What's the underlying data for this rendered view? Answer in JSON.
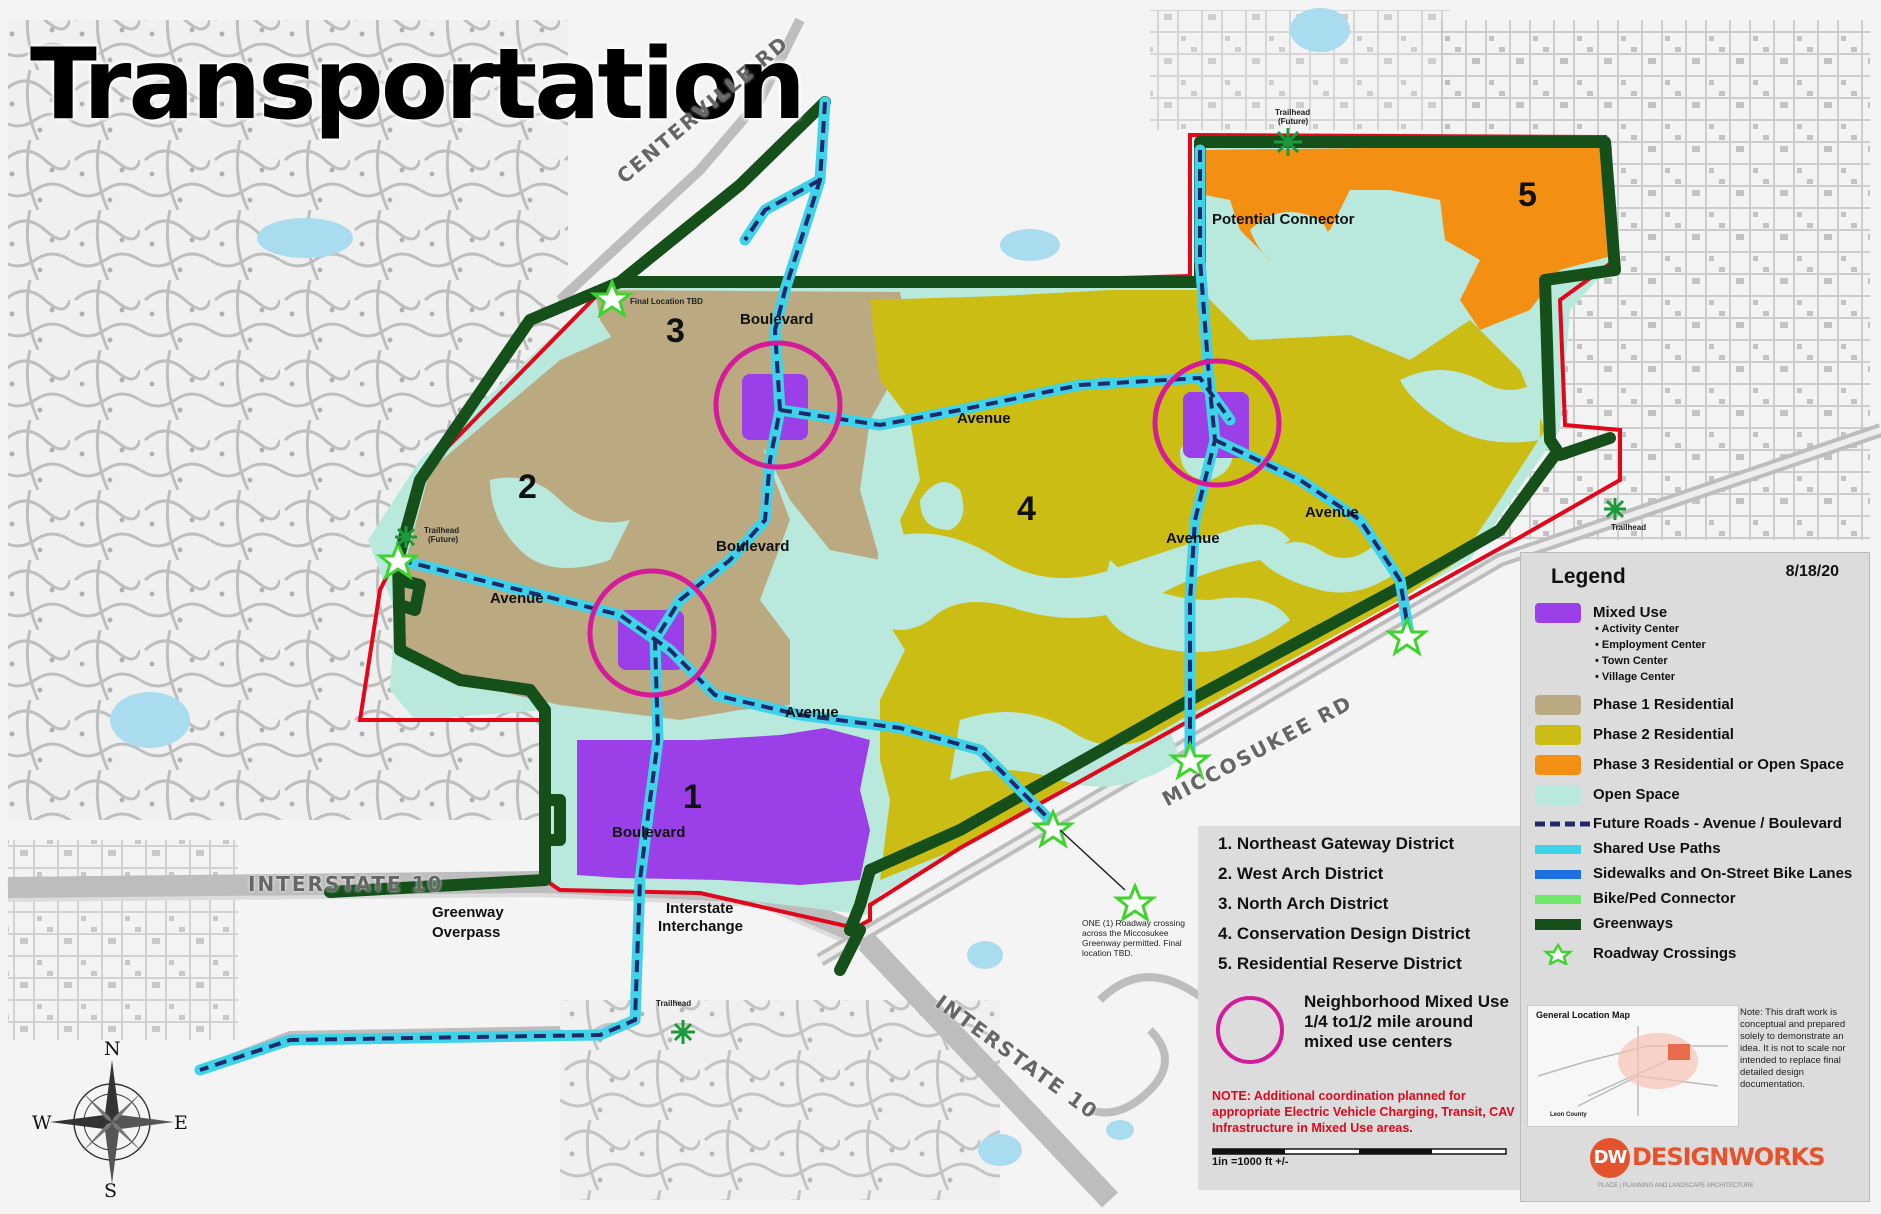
{
  "title": "Transportation",
  "date": "8/18/20",
  "roads": {
    "centerville": "CENTERVILLE RD",
    "miccosukee": "MICCOSUKEE RD",
    "interstate_west": "INTERSTATE 10",
    "interstate_south": "INTERSTATE 10"
  },
  "districts_numbers": [
    "1",
    "2",
    "3",
    "4",
    "5"
  ],
  "map_labels": {
    "boulevard_north": "Boulevard",
    "boulevard_mid": "Boulevard",
    "boulevard_south": "Boulevard",
    "avenue_west": "Avenue",
    "avenue_north": "Avenue",
    "avenue_south": "Avenue",
    "avenue_mid": "Avenue",
    "avenue_east": "Avenue",
    "potential_connector": "Potential Connector",
    "greenway_overpass_1": "Greenway",
    "greenway_overpass_2": "Overpass",
    "interstate_interchange_1": "Interstate",
    "interstate_interchange_2": "Interchange",
    "final_location": "Final Location TBD",
    "trailhead_future_north_1": "Trailhead",
    "trailhead_future_north_2": "(Future)",
    "trailhead_future_west_1": "Trailhead",
    "trailhead_future_west_2": "(Future)",
    "trailhead_east": "Trailhead",
    "trailhead_south": "Trailhead",
    "crossing_note": "ONE (1) Roadway crossing across the Miccosukee Greenway permitted. Final location TBD."
  },
  "compass": {
    "n": "N",
    "e": "E",
    "s": "S",
    "w": "W"
  },
  "legend": {
    "title": "Legend",
    "mixed_use": {
      "label": "Mixed Use",
      "subitems": [
        "• Activity Center",
        "• Employment Center",
        "• Town Center",
        "• Village Center"
      ],
      "color": "#9b3fe8"
    },
    "items": [
      {
        "label": "Phase 1 Residential",
        "color": "#bba982"
      },
      {
        "label": "Phase 2 Residential",
        "color": "#cbbd14"
      },
      {
        "label": "Phase 3 Residential or Open Space",
        "color": "#f39014"
      },
      {
        "label": "Open Space",
        "color": "#b9e9dd"
      }
    ],
    "lines": [
      {
        "label": "Future Roads - Avenue / Boulevard",
        "color": "#1f2a6b",
        "style": "dash"
      },
      {
        "label": "Shared Use Paths",
        "color": "#3fd3ea",
        "style": "solid"
      },
      {
        "label": "Sidewalks and On-Street Bike Lanes",
        "color": "#1e6fe0",
        "style": "solid"
      },
      {
        "label": "Bike/Ped Connector",
        "color": "#6fe86a",
        "style": "solid"
      },
      {
        "label": "Greenways",
        "color": "#15501b",
        "style": "solid"
      }
    ],
    "crossings": "Roadway Crossings"
  },
  "district_list": [
    "1. Northeast Gateway District",
    "2. West Arch District",
    "3. North Arch District",
    "4. Conservation Design District",
    "5. Residential Reserve District"
  ],
  "nmu_label": "Neighborhood Mixed Use 1/4 to1/2 mile around mixed use centers",
  "note": "NOTE: Additional coordination planned for appropriate Electric Vehicle Charging, Transit, CAV Infrastructure in Mixed Use areas.",
  "scale": "1in =1000 ft +/-",
  "general_location_map": {
    "title": "General Location Map",
    "county": "Leon County"
  },
  "disclaimer": "Note: This draft work is conceptual and prepared solely to demonstrate an idea. It is not to scale nor intended to replace final detailed design documentation.",
  "logo": {
    "mark": "DW",
    "text": "DESIGNWORKS",
    "sub": "PLACE | PLANNING AND LANDSCAPE ARCHITECTURE"
  },
  "colors": {
    "phase1": "#bba982",
    "phase2": "#cbbd14",
    "phase3": "#f39014",
    "open_space": "#b9e9dd",
    "mixed_use": "#9b3fe8",
    "nmu_circle": "#d41b9a",
    "greenway": "#15501b",
    "boundary": "#e3061a",
    "road_dash": "#1f2a6b",
    "shared_path": "#3fd3ea"
  }
}
